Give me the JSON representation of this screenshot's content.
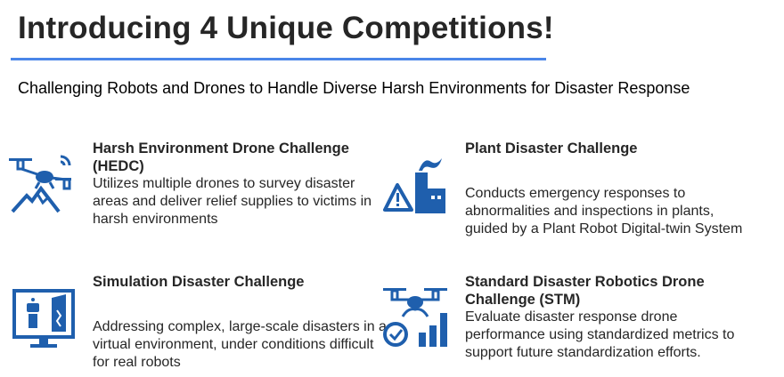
{
  "header": {
    "title": "Introducing 4 Unique Competitions!",
    "subtitle": "Challenging Robots and Drones to Handle Diverse Harsh Environments for Disaster Response"
  },
  "colors": {
    "accent": "#4a86e8",
    "icon": "#1f5fad"
  },
  "competitions": [
    {
      "title": "Harsh Environment Drone Challenge (HEDC)",
      "description": "Utilizes multiple drones to survey disaster areas and deliver relief supplies to victims in harsh environments",
      "icon": "drone-mountain-icon"
    },
    {
      "title": "Plant Disaster Challenge",
      "description": "Conducts emergency responses to abnormalities and inspections in plants, guided by a Plant Robot Digital-twin System",
      "icon": "plant-warning-icon"
    },
    {
      "title": "Simulation Disaster Challenge",
      "description": "Addressing complex, large-scale disasters in a virtual environment, under conditions difficult for real robots",
      "icon": "monitor-robot-icon"
    },
    {
      "title": "Standard Disaster Robotics Drone Challenge (STM)",
      "description": "Evaluate disaster response drone performance using standardized metrics to support future standardization efforts.",
      "icon": "drone-metrics-icon"
    }
  ]
}
